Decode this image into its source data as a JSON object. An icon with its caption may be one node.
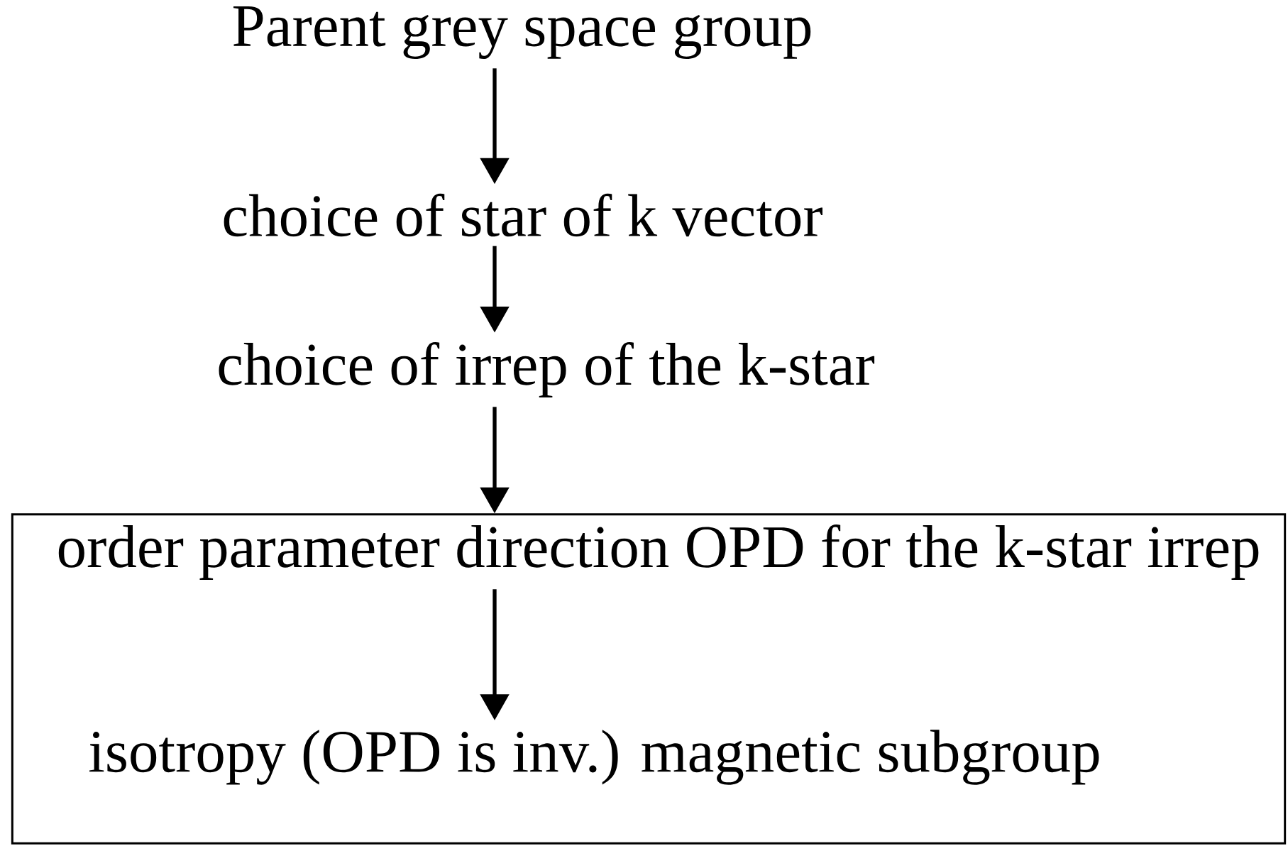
{
  "diagram": {
    "nodes": [
      {
        "text": [
          "Parent grey space group"
        ]
      },
      {
        "text": [
          "choice of star of k vector"
        ]
      },
      {
        "text": [
          "choice of irrep of the k-star"
        ]
      },
      {
        "text": [],
        "shape": "box"
      },
      {
        "text": [
          "order parameter direction OPD for the k-star irrep"
        ],
        "in": 3
      },
      {
        "text": [
          "isotropy (OPD is inv.) magnetic subgroup"
        ],
        "in": 3
      }
    ],
    "edges": [
      {
        "from": 0,
        "to": 1,
        "arrow": "to"
      },
      {
        "from": 1,
        "to": 2,
        "arrow": "to"
      },
      {
        "from": 2,
        "to": 3,
        "arrow": "to"
      },
      {
        "from": 4,
        "to": 5,
        "arrow": "to"
      }
    ]
  }
}
